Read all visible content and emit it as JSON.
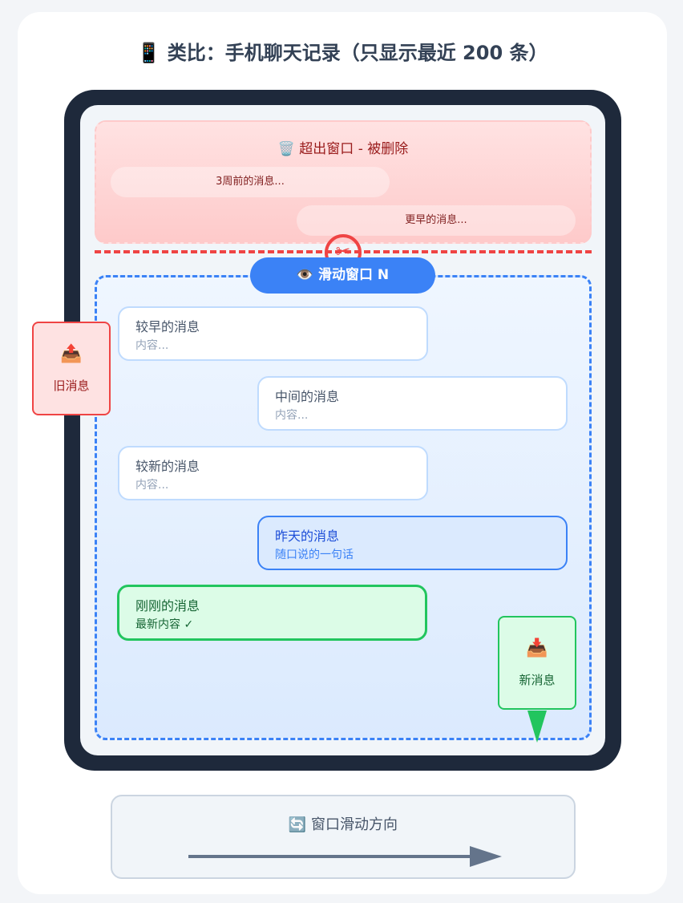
{
  "title": "📱 类比：手机聊天记录（只显示最近 200 条）",
  "evicted": {
    "label": "🗑️ 超出窗口 - 被删除",
    "messages": [
      "3周前的消息...",
      "更早的消息..."
    ]
  },
  "window": {
    "label": "👁️ 滑动窗口 N"
  },
  "messages": [
    {
      "title": "较早的消息",
      "body": "内容..."
    },
    {
      "title": "中间的消息",
      "body": "内容..."
    },
    {
      "title": "较新的消息",
      "body": "内容..."
    },
    {
      "title": "昨天的消息",
      "body": "随口说的一句话"
    },
    {
      "title": "刚刚的消息",
      "body": "最新内容 ✓"
    }
  ],
  "old_box": {
    "icon": "📤",
    "label": "旧消息"
  },
  "new_box": {
    "icon": "📥",
    "label": "新消息"
  },
  "direction": {
    "label": "🔄 窗口滑动方向"
  },
  "colors": {
    "accent": "#3b82f6",
    "danger": "#ef4444",
    "success": "#22c55e",
    "phone": "#1e293b"
  }
}
